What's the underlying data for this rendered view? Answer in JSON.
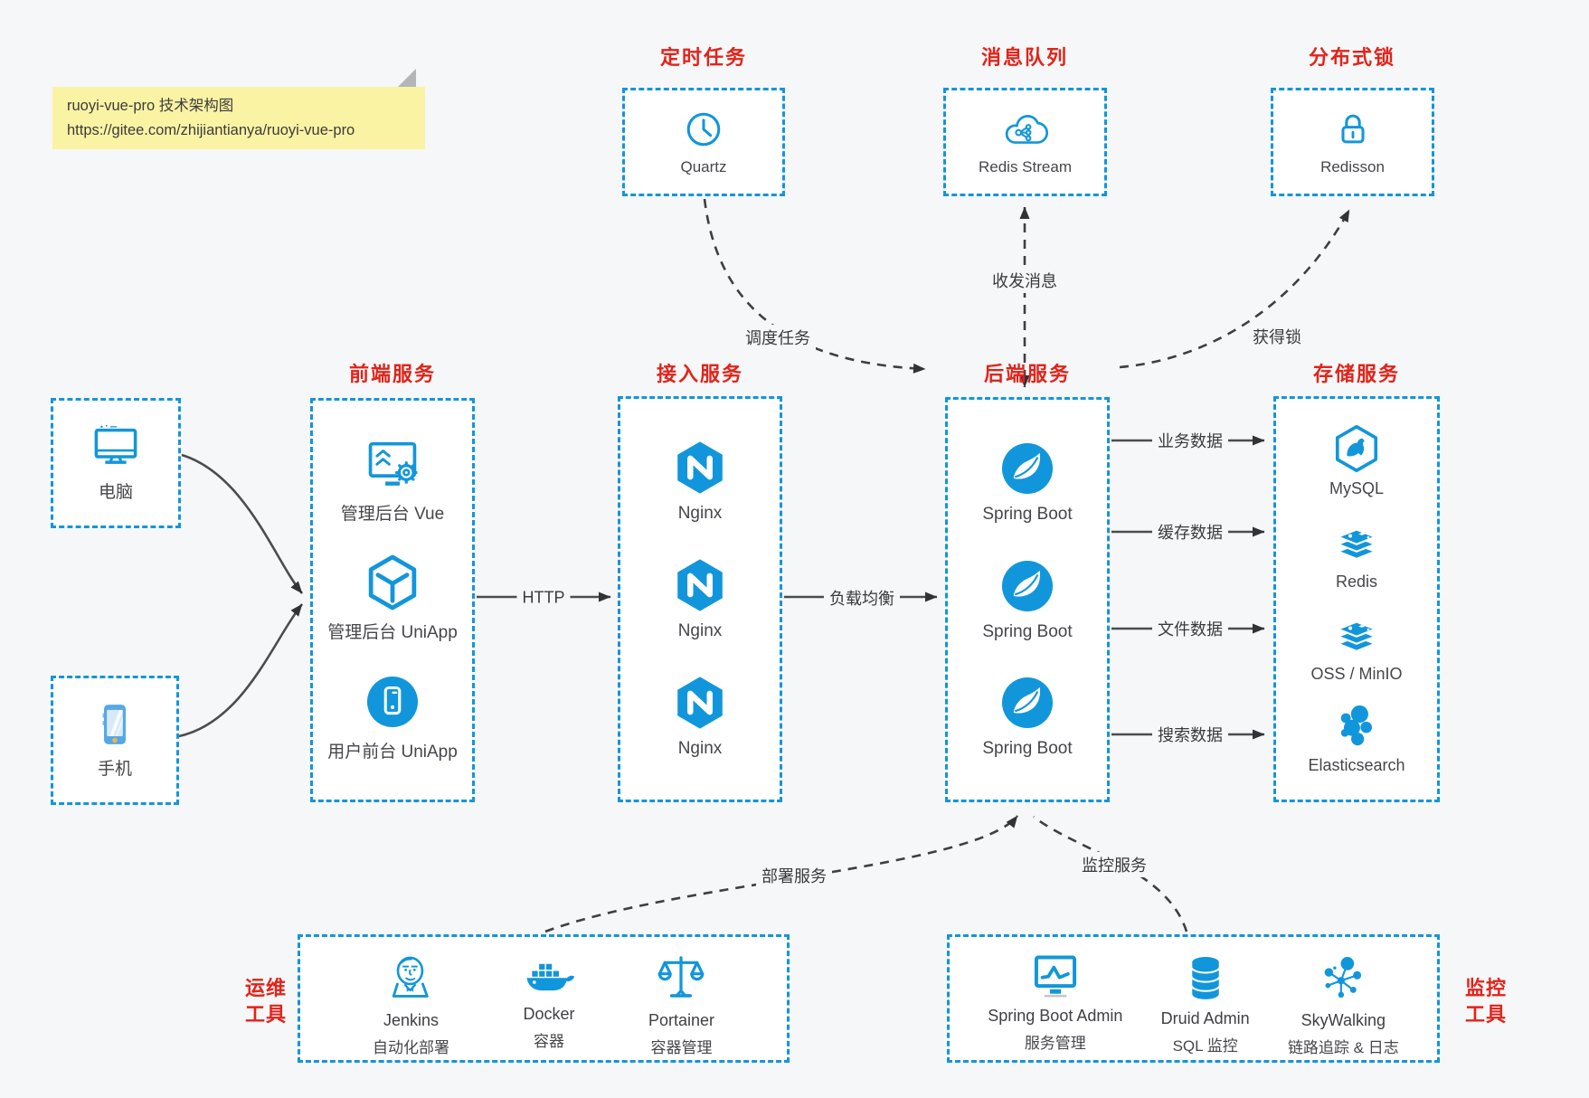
{
  "note": {
    "line1": "ruoyi-vue-pro 技术架构图",
    "line2": "https://gitee.com/zhijiantianya/ruoyi-vue-pro"
  },
  "colors": {
    "accent_blue": "#1296db",
    "title_red": "#e2231a",
    "arrow_gray": "#3e3e43",
    "note_bg": "#fbf3a4"
  },
  "top": {
    "scheduler": {
      "title": "定时任务",
      "label": "Quartz",
      "icon": "clock-icon"
    },
    "queue": {
      "title": "消息队列",
      "label": "Redis Stream",
      "icon": "cloud-share-icon"
    },
    "lock": {
      "title": "分布式锁",
      "label": "Redisson",
      "icon": "padlock-icon"
    }
  },
  "clients": {
    "pc": {
      "label": "电脑",
      "icon": "desktop-icon"
    },
    "mobile": {
      "label": "手机",
      "icon": "smartphone-icon"
    }
  },
  "columns": {
    "frontend": {
      "title": "前端服务",
      "items": [
        {
          "label": "管理后台 Vue",
          "icon": "admin-vue-icon"
        },
        {
          "label": "管理后台 UniApp",
          "icon": "uniapp-cube-icon"
        },
        {
          "label": "用户前台 UniApp",
          "icon": "user-uniapp-icon"
        }
      ]
    },
    "gateway": {
      "title": "接入服务",
      "items": [
        {
          "label": "Nginx",
          "icon": "nginx-icon"
        },
        {
          "label": "Nginx",
          "icon": "nginx-icon"
        },
        {
          "label": "Nginx",
          "icon": "nginx-icon"
        }
      ]
    },
    "backend": {
      "title": "后端服务",
      "items": [
        {
          "label": "Spring Boot",
          "icon": "spring-icon"
        },
        {
          "label": "Spring Boot",
          "icon": "spring-icon"
        },
        {
          "label": "Spring Boot",
          "icon": "spring-icon"
        }
      ]
    },
    "storage": {
      "title": "存储服务",
      "items": [
        {
          "label": "MySQL",
          "icon": "mysql-icon"
        },
        {
          "label": "Redis",
          "icon": "redis-stack-icon"
        },
        {
          "label": "OSS / MinIO",
          "icon": "oss-stack-icon"
        },
        {
          "label": "Elasticsearch",
          "icon": "elasticsearch-icon"
        }
      ]
    }
  },
  "bottom": {
    "ops": {
      "side_label": [
        "运维",
        "工具"
      ],
      "items": [
        {
          "name": "Jenkins",
          "desc": "自动化部署",
          "icon": "jenkins-icon"
        },
        {
          "name": "Docker",
          "desc": "容器",
          "icon": "docker-icon"
        },
        {
          "name": "Portainer",
          "desc": "容器管理",
          "icon": "portainer-icon"
        }
      ]
    },
    "monitoring": {
      "side_label": [
        "监控",
        "工具"
      ],
      "items": [
        {
          "name": "Spring Boot Admin",
          "desc": "服务管理",
          "icon": "admin-monitor-icon"
        },
        {
          "name": "Druid Admin",
          "desc": "SQL 监控",
          "icon": "database-icon"
        },
        {
          "name": "SkyWalking",
          "desc": "链路追踪 & 日志",
          "icon": "topology-icon"
        }
      ]
    }
  },
  "edge_labels": {
    "dispatch": "调度任务",
    "messaging": "收发消息",
    "acquire_lock": "获得锁",
    "http": "HTTP",
    "load_balance": "负载均衡",
    "business_data": "业务数据",
    "cache_data": "缓存数据",
    "file_data": "文件数据",
    "search_data": "搜索数据",
    "deploy": "部署服务",
    "monitor": "监控服务"
  }
}
